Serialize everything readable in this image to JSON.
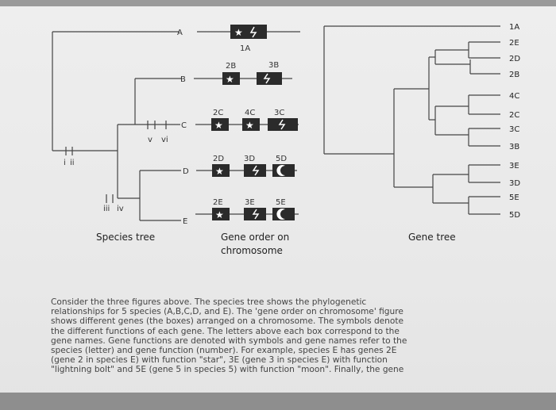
{
  "species_tree": {
    "caption": "Species tree",
    "leaves": [
      "A",
      "B",
      "C",
      "D",
      "E"
    ],
    "marks": [
      "i",
      "ii",
      "iii",
      "iv",
      "v",
      "vi"
    ]
  },
  "chromosome": {
    "caption_line1": "Gene order on",
    "caption_line2": "chromosome",
    "rows": [
      {
        "species": "A",
        "genes": [
          {
            "label": "1A",
            "symbol": "star-lightning"
          }
        ]
      },
      {
        "species": "B",
        "genes": [
          {
            "label": "2B",
            "symbol": "star"
          },
          {
            "label": "3B",
            "symbol": "lightning"
          }
        ]
      },
      {
        "species": "C",
        "genes": [
          {
            "label": "2C",
            "symbol": "star"
          },
          {
            "label": "4C",
            "symbol": "star"
          },
          {
            "label": "3C",
            "symbol": "lightning"
          }
        ]
      },
      {
        "species": "D",
        "genes": [
          {
            "label": "2D",
            "symbol": "star"
          },
          {
            "label": "3D",
            "symbol": "lightning"
          },
          {
            "label": "5D",
            "symbol": "moon"
          }
        ]
      },
      {
        "species": "E",
        "genes": [
          {
            "label": "2E",
            "symbol": "star"
          },
          {
            "label": "3E",
            "symbol": "lightning"
          },
          {
            "label": "5E",
            "symbol": "moon"
          }
        ]
      }
    ]
  },
  "gene_tree": {
    "caption": "Gene tree",
    "leaves": [
      "1A",
      "2E",
      "2D",
      "2B",
      "4C",
      "2C",
      "3C",
      "3B",
      "3E",
      "3D",
      "5E",
      "5D"
    ]
  },
  "paragraph": [
    "Consider the three figures above. The species tree shows the phylogenetic",
    "relationships for 5 species (A,B,C,D, and E). The 'gene order on chromosome' figure",
    "shows different genes (the boxes) arranged on a chromosome. The symbols denote",
    "the different functions of each gene. The letters above each box correspond to the",
    "gene names. Gene functions are denoted with symbols and gene names refer to the",
    "species (letter) and gene function (number). For example, species E has genes 2E",
    "(gene 2 in species E) with function \"star\", 3E (gene 3 in species E) with function",
    "\"lightning bolt\" and 5E (gene 5 in species 5) with function \"moon\". Finally, the gene"
  ],
  "colors": {
    "box": "#2b2b2b",
    "line": "#444444",
    "symbol": "#ffffff"
  }
}
